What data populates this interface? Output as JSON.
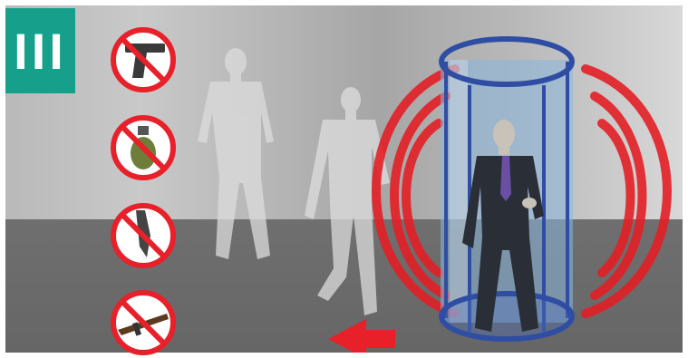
{
  "badge": {
    "label": "III",
    "color": "#16a08b"
  },
  "prohibited_items": [
    {
      "name": "pistol",
      "icon": "pistol-icon"
    },
    {
      "name": "grenade",
      "icon": "grenade-icon"
    },
    {
      "name": "knife",
      "icon": "knife-icon"
    },
    {
      "name": "rifle",
      "icon": "rifle-icon"
    }
  ],
  "colors": {
    "prohibition_red": "#e8202a",
    "scanner_blue": "#2f4ea3",
    "scanner_glass": "#8ab6dc",
    "signal_red": "#e21f26",
    "exit_arrow": "#e8202a"
  }
}
